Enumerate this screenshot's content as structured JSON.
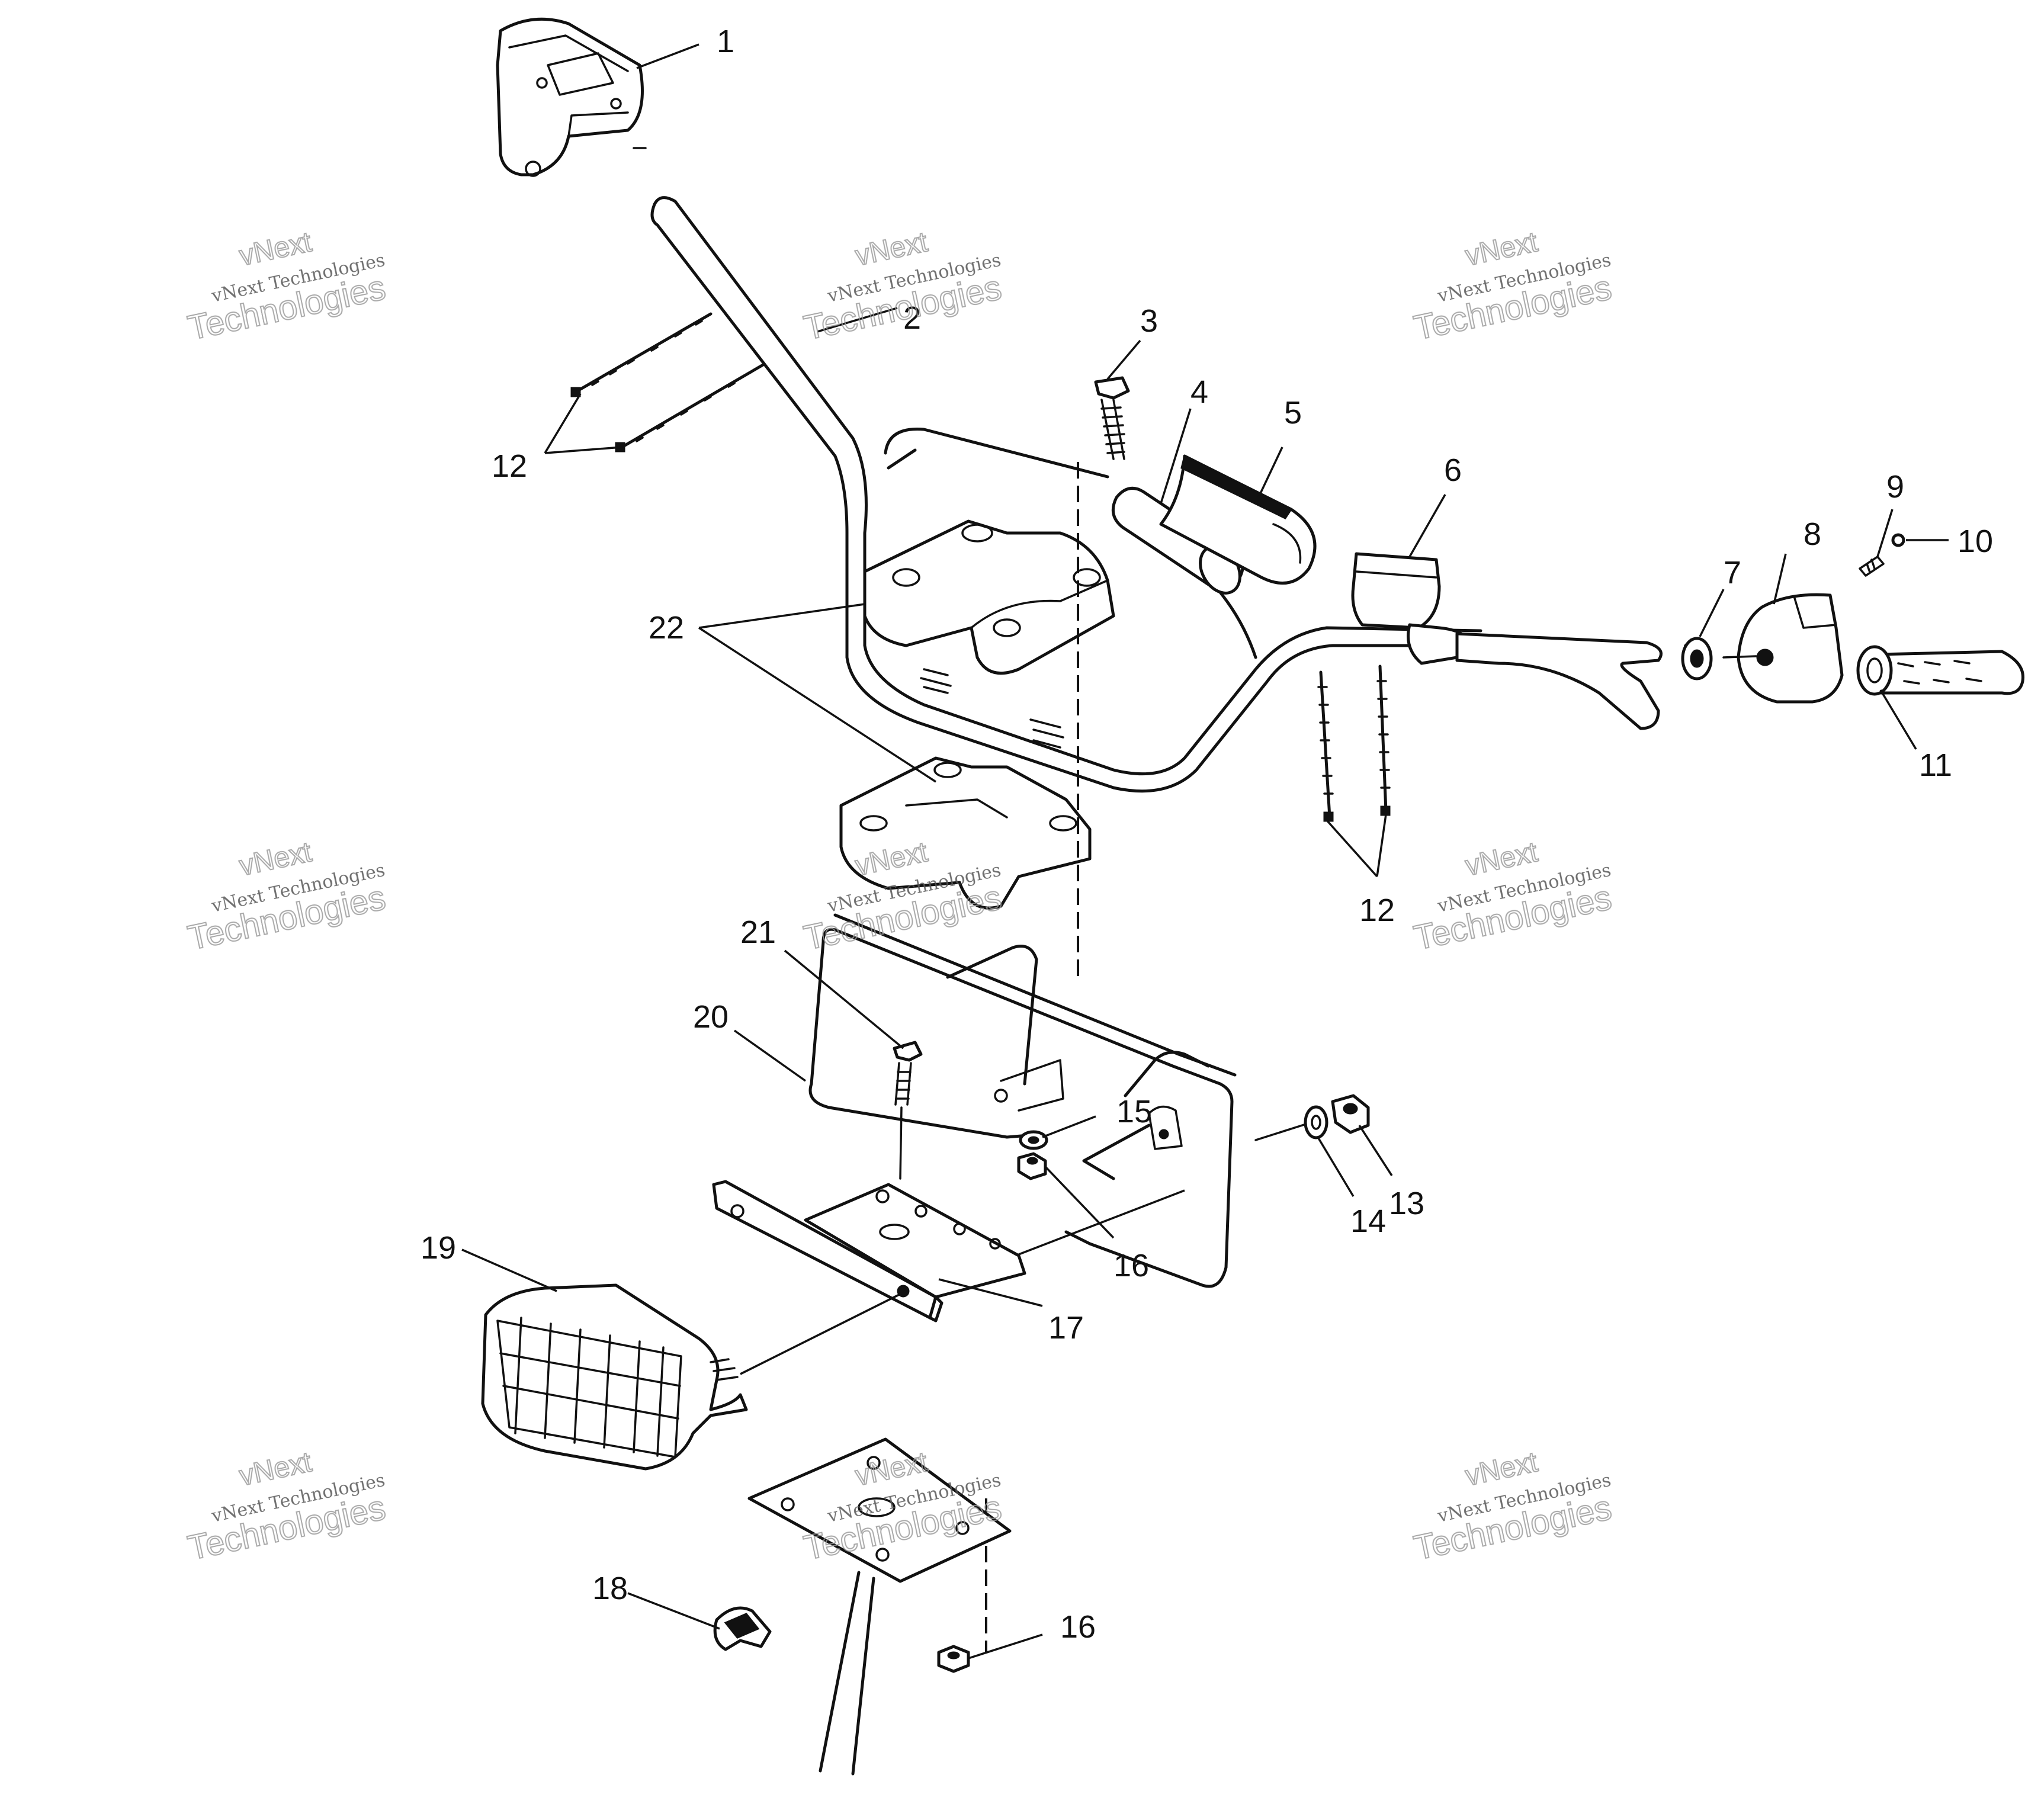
{
  "callouts": [
    {
      "id": "1",
      "label": "1"
    },
    {
      "id": "2",
      "label": "2"
    },
    {
      "id": "3",
      "label": "3"
    },
    {
      "id": "4",
      "label": "4"
    },
    {
      "id": "5",
      "label": "5"
    },
    {
      "id": "6",
      "label": "6"
    },
    {
      "id": "7",
      "label": "7"
    },
    {
      "id": "8",
      "label": "8"
    },
    {
      "id": "9",
      "label": "9"
    },
    {
      "id": "10",
      "label": "10"
    },
    {
      "id": "11",
      "label": "11"
    },
    {
      "id": "12a",
      "label": "12"
    },
    {
      "id": "12b",
      "label": "12"
    },
    {
      "id": "13",
      "label": "13"
    },
    {
      "id": "14",
      "label": "14"
    },
    {
      "id": "15",
      "label": "15"
    },
    {
      "id": "16a",
      "label": "16"
    },
    {
      "id": "16b",
      "label": "16"
    },
    {
      "id": "17",
      "label": "17"
    },
    {
      "id": "18",
      "label": "18"
    },
    {
      "id": "19",
      "label": "19"
    },
    {
      "id": "20",
      "label": "20"
    },
    {
      "id": "21",
      "label": "21"
    },
    {
      "id": "22",
      "label": "22"
    }
  ],
  "watermark": {
    "line_small": "vNext Technologies",
    "line_top": "vNext",
    "line_big": "Technologies"
  }
}
